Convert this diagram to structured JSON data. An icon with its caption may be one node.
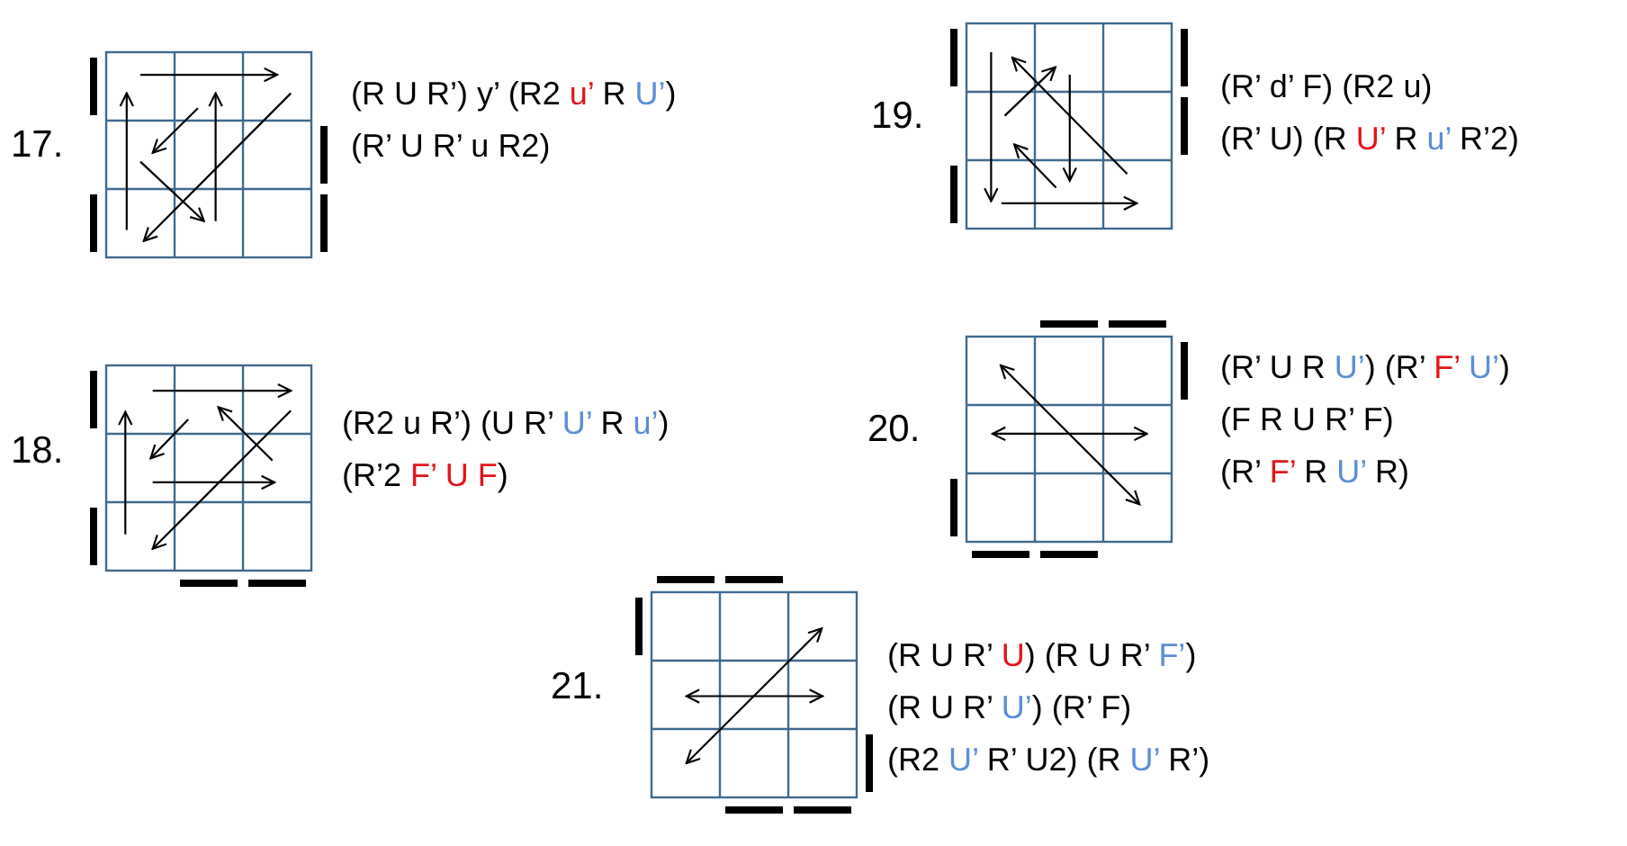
{
  "diagram": {
    "nodes": [
      {
        "text": [],
        "shape": "picture",
        "beside": [
          "17.",
          "(R U R’) y’ (R2 u’ R U’)",
          "(R’ U R’ u R2)"
        ]
      },
      {
        "text": [],
        "shape": "picture",
        "beside": [
          "19.",
          "(R’ d’ F) (R2 u)",
          "(R’ U) (R U’ R u’ R’2)"
        ]
      },
      {
        "text": [],
        "shape": "picture",
        "beside": [
          "18.",
          "(R2 u R’) (U R’ U’ R u’)",
          "(R’2 F’ U F)"
        ]
      },
      {
        "text": [],
        "shape": "picture",
        "beside": [
          "20.",
          "(R’ U R U’) (R’ F’ U’)",
          "(F R U R’ F)",
          "(R’ F’ R U’ R)"
        ]
      },
      {
        "text": [],
        "shape": "picture",
        "beside": [
          "21.",
          "(R U R’ U) (R U R’ F’)",
          "(R U R’ U’) (R’ F)",
          "(R2 U’ R’ U2) (R U’ R’)"
        ]
      }
    ]
  }
}
